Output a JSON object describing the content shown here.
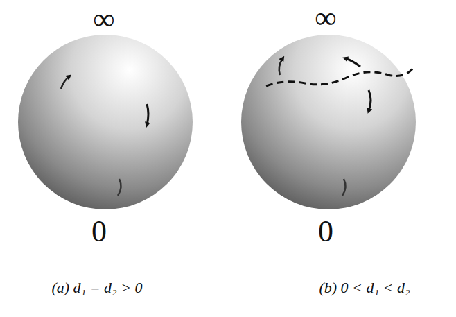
{
  "diagram": {
    "labels": [
      "∞",
      "0",
      "∞",
      "0",
      "(a)  d₁ = d₂ > 0",
      "(b)  0 < d₁ < d₂"
    ]
  }
}
